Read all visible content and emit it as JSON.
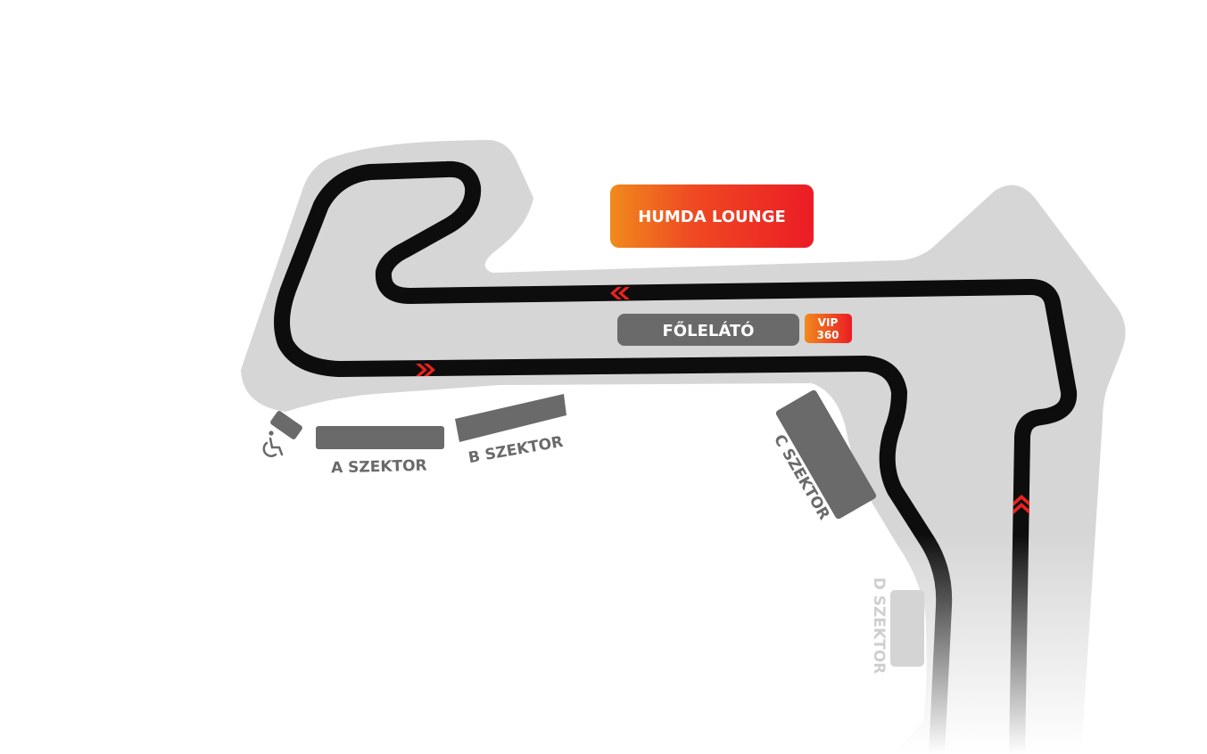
{
  "lounge": {
    "label": "HUMDA LOUNGE"
  },
  "main_stand": {
    "label": "FŐLELÁTÓ"
  },
  "vip": {
    "line1": "VIP",
    "line2": "360"
  },
  "sectors": {
    "a": "A SZEKTOR",
    "b": "B SZEKTOR",
    "c": "C SZEKTOR",
    "d": "D SZEKTOR"
  },
  "icons": {
    "accessible": "wheelchair-icon",
    "direction": "chevron-icon"
  },
  "colors": {
    "area": "#d6d6d6",
    "track": "#0d0d0d",
    "stand": "#6a6a6a",
    "stand_faded": "#d4d4d4",
    "chevron": "#e8231f",
    "lounge_gradient_start": "#f08a1c",
    "lounge_gradient_end": "#ec1c24",
    "text_light": "#ffffff",
    "text_dark": "#6a6a6a",
    "text_faded": "#cfcfcf"
  }
}
